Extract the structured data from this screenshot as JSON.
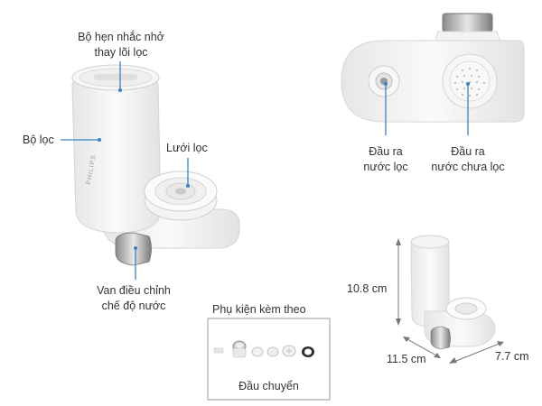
{
  "labels": {
    "reminder_line1": "Bộ hẹn nhắc nhở",
    "reminder_line2": "thay lõi lọc",
    "filter": "Bộ lọc",
    "mesh": "Lưới lọc",
    "valve_line1": "Van điều chỉnh",
    "valve_line2": "chế độ nước",
    "filtered_out_line1": "Đầu ra",
    "filtered_out_line2": "nước lọc",
    "unfiltered_out_line1": "Đầu ra",
    "unfiltered_out_line2": "nước chưa lọc",
    "accessories_title": "Phụ kiện kèm theo",
    "adapters": "Đầu chuyển",
    "brand": "PHILIPS"
  },
  "dimensions": {
    "height": "10.8 cm",
    "width": "11.5 cm",
    "depth": "7.7 cm"
  },
  "colors": {
    "callout_line": "#3b82c4",
    "product_body": "#f2f2f2",
    "product_shadow": "#d9d9d9"
  }
}
